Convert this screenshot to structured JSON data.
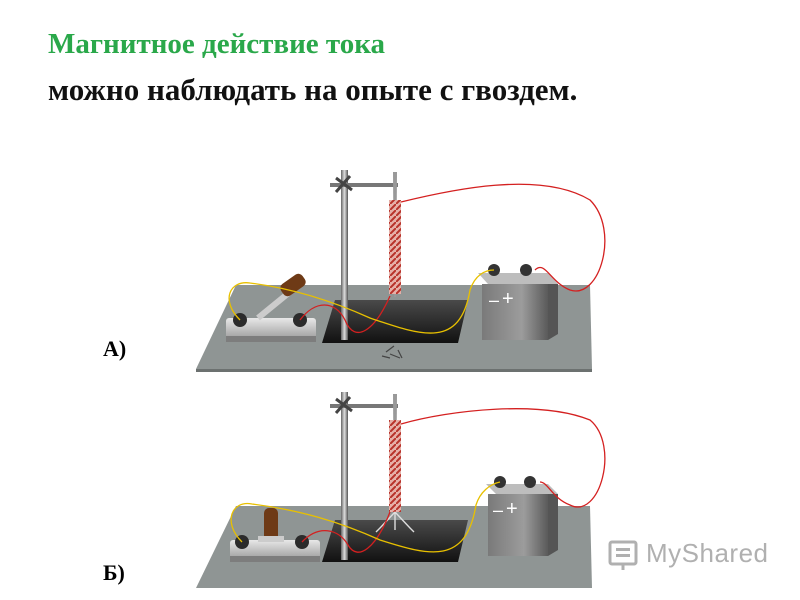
{
  "slide": {
    "title_colored": "Магнитное действие тока",
    "title_text": "можно наблюдать на опыте с гвоздем."
  },
  "experiments": [
    {
      "label": "А)",
      "switch_state": "open"
    },
    {
      "label": "Б)",
      "switch_state": "closed"
    }
  ],
  "battery": {
    "minus_sign": "–",
    "plus_sign": "+"
  },
  "watermark": {
    "text": "MyShared"
  },
  "colors": {
    "title_accent": "#2aa84a",
    "table": "#8f9594",
    "wire_red": "#d42020",
    "wire_yellow": "#e8c000"
  }
}
